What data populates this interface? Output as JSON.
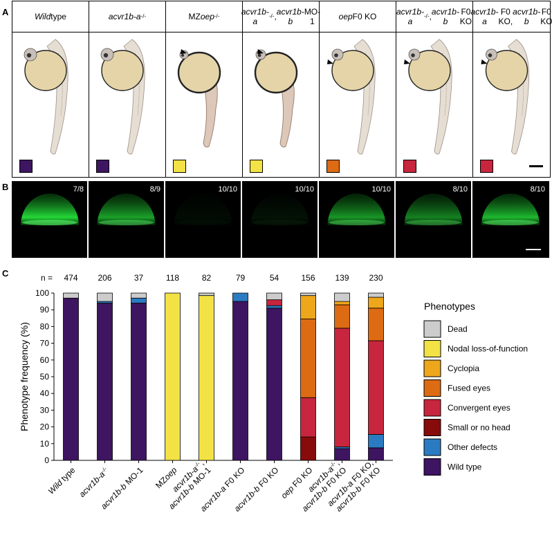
{
  "panel_labels": {
    "a": "A",
    "b": "B",
    "c": "C"
  },
  "panel_a": {
    "columns": [
      {
        "title_lines": [
          "Wild type"
        ],
        "swatch": "#3e1561"
      },
      {
        "title_lines": [
          "acvr1b-a-/-"
        ],
        "swatch": "#3e1561"
      },
      {
        "title_lines": [
          "MZoep-/-"
        ],
        "swatch": "#f2e245"
      },
      {
        "title_lines": [
          "acvr1b-a-/-,",
          "acvr1b-b MO-1"
        ],
        "swatch": "#f2e245"
      },
      {
        "title_lines": [
          "oep F0 KO"
        ],
        "swatch": "#dd6b13"
      },
      {
        "title_lines": [
          "acvr1b-a-/-,",
          "acvr1b-b F0 KO"
        ],
        "swatch": "#c7263e"
      },
      {
        "title_lines": [
          "acvr1b-a F0 KO,",
          "acvr1b-b F0 KO"
        ],
        "swatch": "#c7263e"
      }
    ]
  },
  "panel_b": {
    "counts": [
      "7/8",
      "8/9",
      "10/10",
      "10/10",
      "10/10",
      "8/10",
      "8/10"
    ],
    "gfp_intensity": [
      1.0,
      0.75,
      0.05,
      0.08,
      0.7,
      0.6,
      0.85
    ]
  },
  "chart_data": {
    "type": "bar",
    "stacked": true,
    "n_label": "n =",
    "n_values": [
      "474",
      "206",
      "37",
      "118",
      "82",
      "79",
      "54",
      "156",
      "139",
      "230"
    ],
    "categories": [
      "Wild type",
      "acvr1b-a-/-",
      "acvr1b-b MO-1",
      "MZoep",
      "acvr1b-a-/-, acvr1b-b MO-1",
      "acvr1b-a F0 KO",
      "acvr1b-b F0 KO",
      "oep F0 KO",
      "acvr1b-a-/-, acvr1b-b F0 KO",
      "acvr1b-a F0 KO, acvr1b-b F0 KO"
    ],
    "category_lines": [
      [
        "Wild type"
      ],
      [
        "acvr1b-a-/-"
      ],
      [
        "acvr1b-b MO-1"
      ],
      [
        "MZoep"
      ],
      [
        "acvr1b-a-/-,",
        "acvr1b-b MO-1"
      ],
      [
        "acvr1b-a F0 KO"
      ],
      [
        "acvr1b-b F0 KO"
      ],
      [
        "oep F0 KO"
      ],
      [
        "acvr1b-a-/-,",
        "acvr1b-b F0 KO"
      ],
      [
        "acvr1b-a F0 KO,",
        "acvr1b-b F0 KO"
      ]
    ],
    "ylabel": "Phenotype frequency (%)",
    "ylim": [
      0,
      100
    ],
    "yticks": [
      0,
      10,
      20,
      30,
      40,
      50,
      60,
      70,
      80,
      90,
      100
    ],
    "legend_title": "Phenotypes",
    "legend_position": "right",
    "series": [
      {
        "name": "Wild type",
        "color": "#3e1561",
        "values": [
          97,
          94,
          94,
          0,
          0,
          95,
          91,
          0,
          7,
          7.5
        ]
      },
      {
        "name": "Other defects",
        "color": "#2b7bc2",
        "values": [
          0,
          1,
          3,
          0,
          0,
          5,
          1.5,
          0,
          1,
          8
        ]
      },
      {
        "name": "Small or no head",
        "color": "#870b0b",
        "values": [
          0,
          0,
          0,
          0,
          0,
          0,
          0,
          14,
          0,
          0
        ]
      },
      {
        "name": "Convergent eyes",
        "color": "#c7263e",
        "values": [
          0,
          0,
          0,
          0,
          0,
          0,
          3.5,
          23.5,
          71,
          56
        ]
      },
      {
        "name": "Fused eyes",
        "color": "#dd6b13",
        "values": [
          0,
          0,
          0,
          0,
          0,
          0,
          0,
          47,
          14,
          19.5
        ]
      },
      {
        "name": "Cyclopia",
        "color": "#eea61b",
        "values": [
          0,
          0,
          0,
          0,
          0,
          0,
          0,
          14,
          2,
          6.5
        ]
      },
      {
        "name": "Nodal loss-of-function",
        "color": "#f2e245",
        "values": [
          0,
          0,
          0,
          100,
          98.5,
          0,
          0,
          0,
          0,
          0
        ]
      },
      {
        "name": "Dead",
        "color": "#cccccc",
        "values": [
          3,
          5,
          3,
          0,
          1.5,
          0,
          4,
          1.5,
          5,
          2.5
        ]
      }
    ],
    "legend_order": [
      "Dead",
      "Nodal loss-of-function",
      "Cyclopia",
      "Fused eyes",
      "Convergent eyes",
      "Small or no head",
      "Other defects",
      "Wild type"
    ]
  }
}
